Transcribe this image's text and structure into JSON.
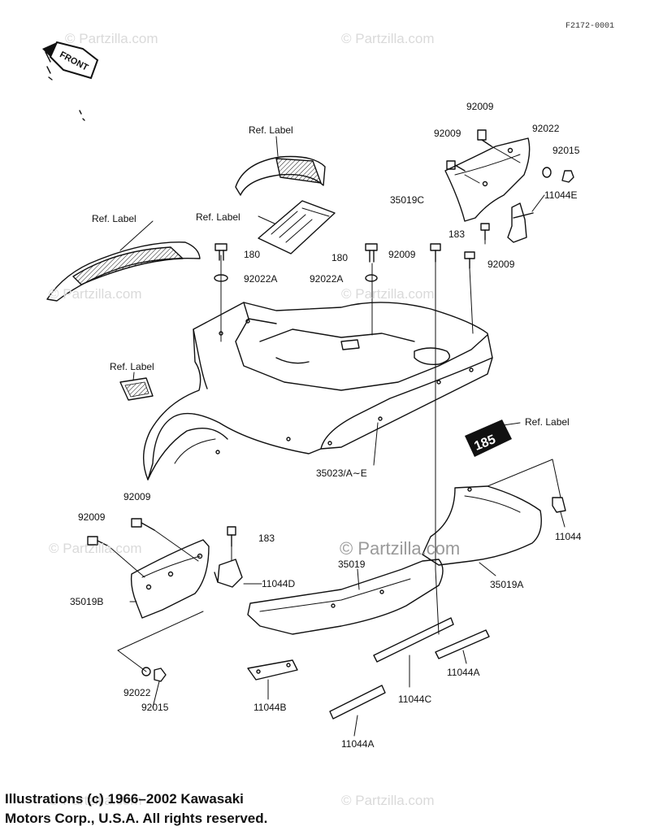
{
  "figure_code": "F2172-0001",
  "front_label": "FRONT",
  "watermark": "© Partzilla.com",
  "watermark_center": "© Partzilla.com",
  "copyright": {
    "line1": "Illustrations (c) 1966–2002 Kawasaki",
    "line2": "Motors Corp., U.S.A.  All rights reserved."
  },
  "callouts": {
    "ref_label_top": "Ref. Label",
    "ref_label_left": "Ref. Label",
    "ref_label_mid": "Ref. Label",
    "ref_label_small": "Ref. Label",
    "ref_label_right": "Ref. Label",
    "p92009_a": "92009",
    "p92009_b": "92009",
    "p92022": "92022",
    "p92015": "92015",
    "p35019C": "35019C",
    "p11044E": "11044E",
    "p183_a": "183",
    "p180_a": "180",
    "p180_b": "180",
    "p92022A_a": "92022A",
    "p92022A_b": "92022A",
    "p92009_c": "92009",
    "p92009_d": "92009",
    "p35023": "35023/A∼E",
    "p92009_e": "92009",
    "p92009_f": "92009",
    "p183_b": "183",
    "p11044D": "11044D",
    "p35019B": "35019B",
    "p35019": "35019",
    "p35019A": "35019A",
    "p11044": "11044",
    "p92022_b": "92022",
    "p92015_b": "92015",
    "p11044B": "11044B",
    "p11044C": "11044C",
    "p11044A_a": "11044A",
    "p11044A_b": "11044A"
  },
  "logo_text": "185"
}
